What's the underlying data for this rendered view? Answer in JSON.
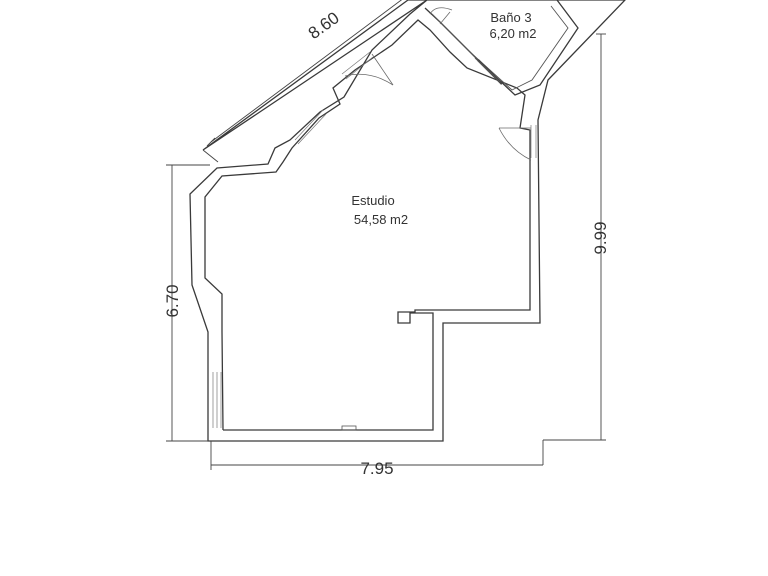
{
  "rooms": {
    "estudio": {
      "name": "Estudio",
      "area": "54,58 m2"
    },
    "bano": {
      "name": "Baño 3",
      "area": "6,20 m2"
    }
  },
  "dimensions": {
    "top_diagonal": "8.60",
    "left": "6.70",
    "bottom": "7.95",
    "right": "9.99"
  },
  "colors": {
    "wall": "#3a3a3a",
    "text": "#333333",
    "background": "#ffffff"
  }
}
